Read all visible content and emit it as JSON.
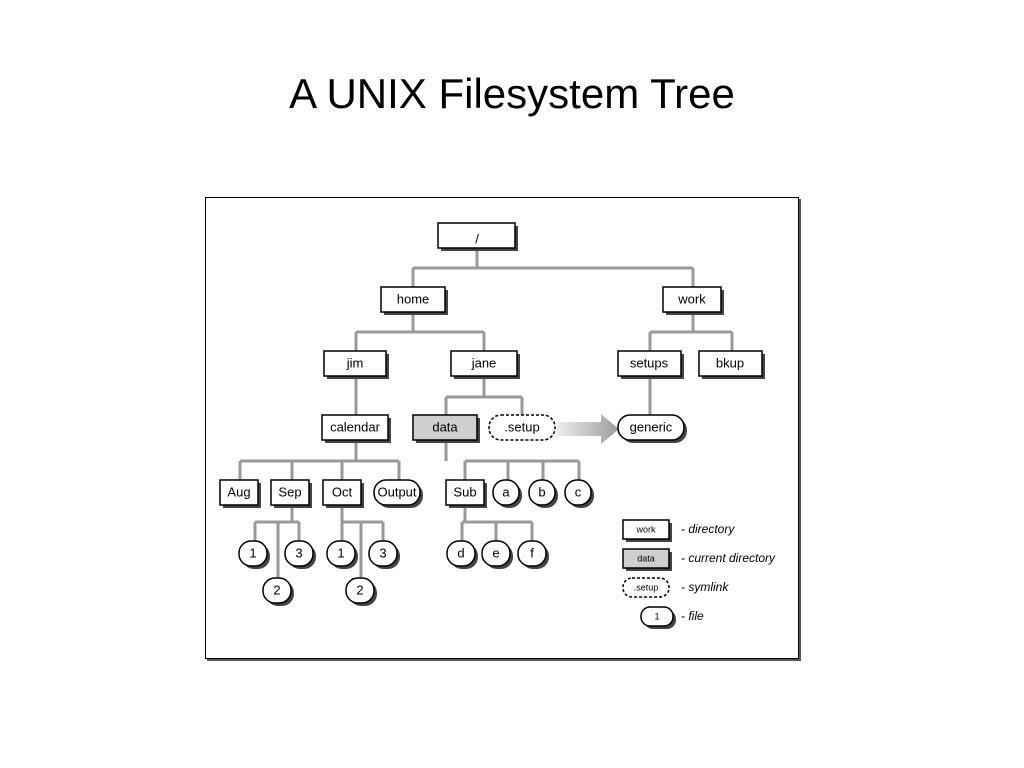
{
  "slide": {
    "title": "A UNIX Filesystem Tree"
  },
  "colors": {
    "line": "#9a9a9a",
    "current_fill": "#cfcfcf",
    "arrow": "#b5b5b5"
  },
  "tree": {
    "root": "/",
    "home": "home",
    "work": "work",
    "jim": "jim",
    "jane": "jane",
    "setups": "setups",
    "bkup": "bkup",
    "calendar": "calendar",
    "data": "data",
    "setup_link": ".setup",
    "generic": "generic",
    "aug": "Aug",
    "sep": "Sep",
    "oct": "Oct",
    "output": "Output",
    "sub": "Sub",
    "file_a": "a",
    "file_b": "b",
    "file_c": "c",
    "sep_1": "1",
    "sep_3": "3",
    "sep_2": "2",
    "oct_1": "1",
    "oct_3": "3",
    "oct_2": "2",
    "file_d": "d",
    "file_e": "e",
    "file_f": "f"
  },
  "legend": {
    "directory_sample": "work",
    "directory_label": "- directory",
    "current_sample": "data",
    "current_label": "- current directory",
    "symlink_sample": ".setup",
    "symlink_label": "- symlink",
    "file_sample": "1",
    "file_label": "- file"
  }
}
